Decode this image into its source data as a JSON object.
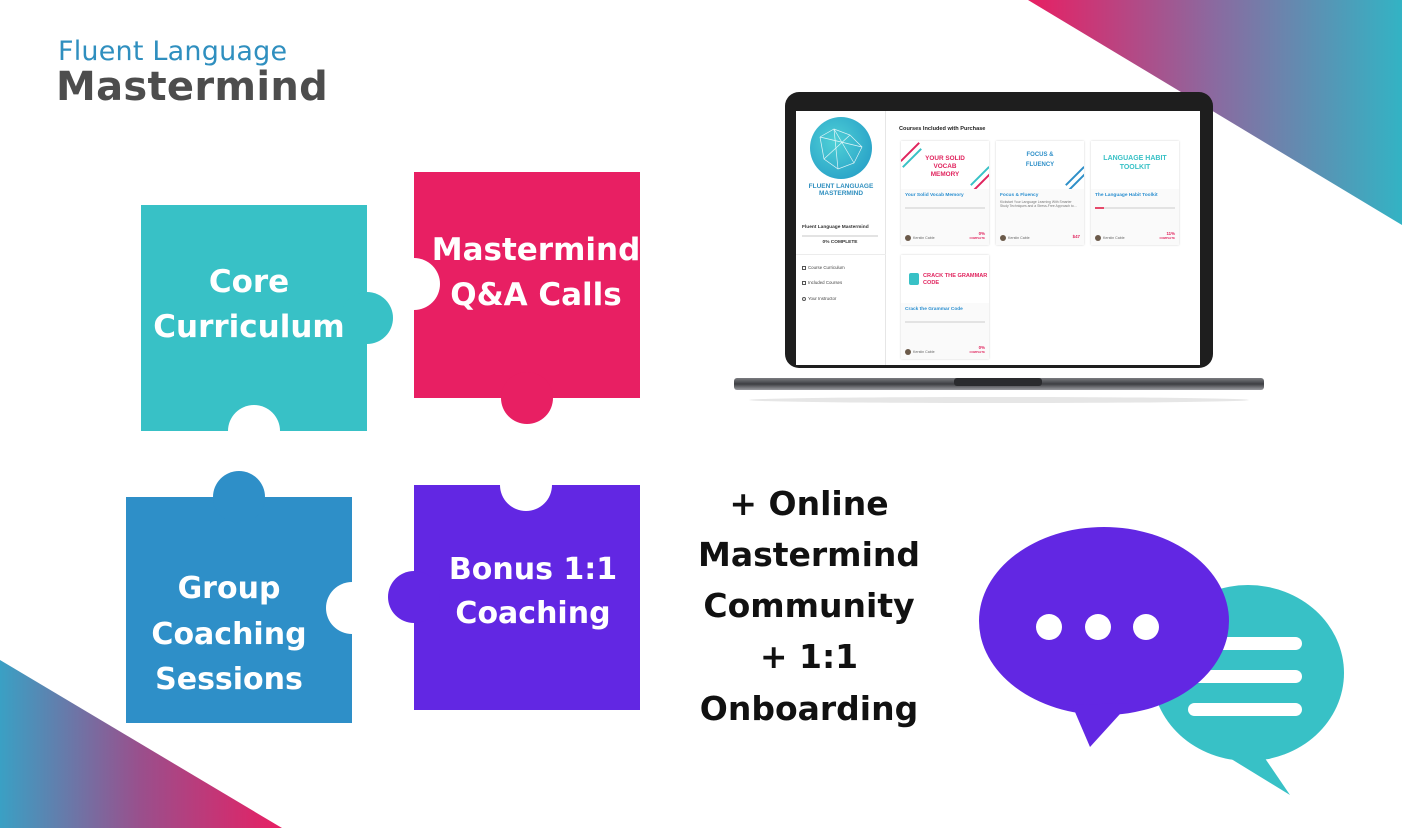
{
  "brand": {
    "top": "Fluent Language",
    "main": "Mastermind"
  },
  "pieces": {
    "core": "Core Curriculum",
    "qa": "Mastermind Q&A Calls",
    "group": "Group Coaching Sessions",
    "bonus": "Bonus 1:1 Coaching"
  },
  "feature_lines": [
    "+ Online",
    "Mastermind",
    "Community",
    "+ 1:1",
    "Onboarding"
  ],
  "colors": {
    "teal": "#38c1c6",
    "magenta": "#e81f63",
    "blue": "#2e8fc8",
    "purple": "#6227e3"
  },
  "screen": {
    "sidebar": {
      "logo_text": "FLUENT LANGUAGE MASTERMIND",
      "course_title": "Fluent Language Mastermind",
      "progress": "0% COMPLETE",
      "nav": [
        "Course Curriculum",
        "Included Courses",
        "Your Instructor"
      ]
    },
    "main_title": "Courses Included with Purchase",
    "cards": [
      {
        "thumb": "YOUR SOLID VOCAB MEMORY",
        "name": "Your Solid Vocab Memory",
        "desc": "",
        "author": "Kerstin Cable",
        "price": "0%",
        "price_sub": "COMPLETE",
        "progress": 0
      },
      {
        "thumb": "FOCUS & FLUENCY",
        "name": "Focus & Fluency",
        "desc": "Kickstart Your Language Learning With Smarter Study Techniques and a Stress-Free Approach to...",
        "author": "Kerstin Cable",
        "price": "$47",
        "price_sub": "",
        "progress": 0
      },
      {
        "thumb": "LANGUAGE HABIT TOOLKIT",
        "name": "The Language Habit Toolkit",
        "desc": "",
        "author": "Kerstin Cable",
        "price": "11%",
        "price_sub": "COMPLETE",
        "progress": 0.11
      },
      {
        "thumb": "CRACK THE GRAMMAR CODE",
        "name": "Crack the Grammar Code",
        "desc": "",
        "author": "Kerstin Cable",
        "price": "0%",
        "price_sub": "COMPLETE",
        "progress": 0
      }
    ]
  }
}
